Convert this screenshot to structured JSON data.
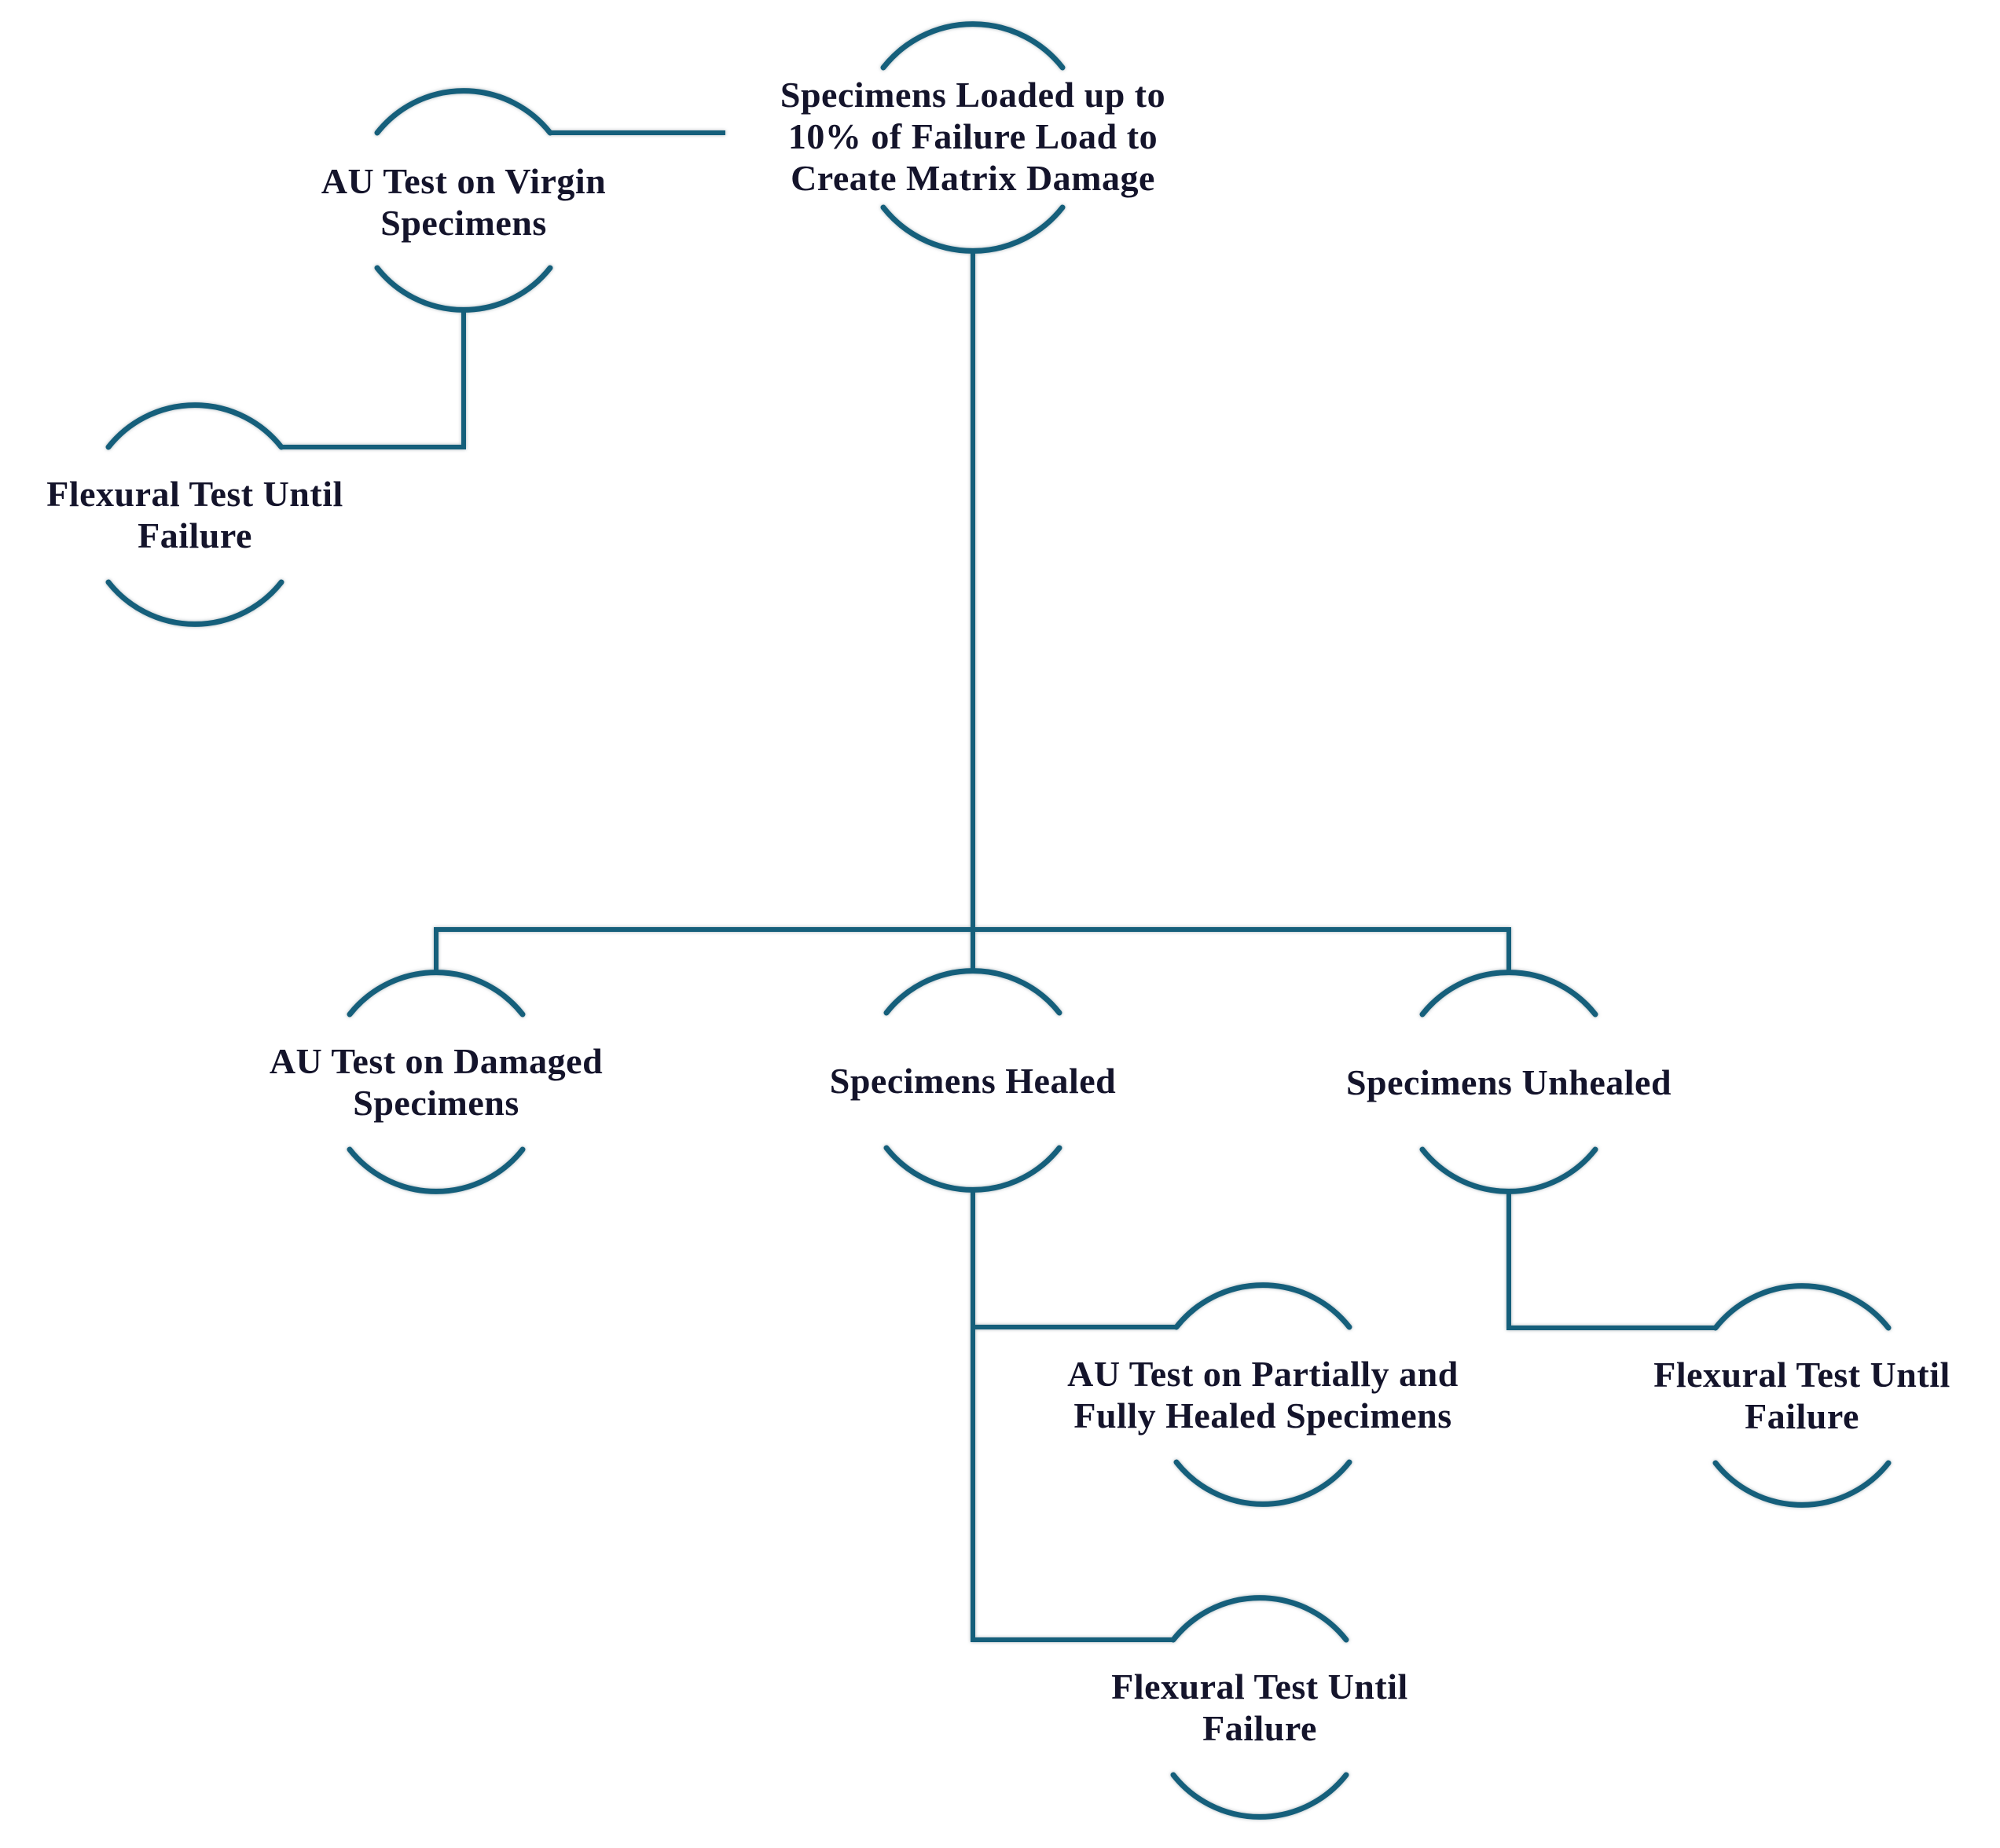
{
  "diagram": {
    "type": "flowchart",
    "accent_color": "#155f7b",
    "text_color": "#14142b",
    "nodes": [
      {
        "id": "specimens-loaded",
        "lines": [
          "Specimens Loaded up to",
          "10% of Failure Load to",
          "Create Matrix Damage"
        ]
      },
      {
        "id": "au-test-virgin",
        "lines": [
          "AU Test on Virgin",
          "Specimens"
        ]
      },
      {
        "id": "flexural-virgin",
        "lines": [
          "Flexural Test Until",
          "Failure"
        ]
      },
      {
        "id": "au-test-damaged",
        "lines": [
          "AU Test on Damaged",
          "Specimens"
        ]
      },
      {
        "id": "specimens-healed",
        "lines": [
          "Specimens Healed"
        ]
      },
      {
        "id": "specimens-unhealed",
        "lines": [
          "Specimens Unhealed"
        ]
      },
      {
        "id": "au-test-partially-fully-healed",
        "lines": [
          "AU Test on Partially and",
          "Fully Healed Specimens"
        ]
      },
      {
        "id": "flexural-unhealed",
        "lines": [
          "Flexural Test Until",
          "Failure"
        ]
      },
      {
        "id": "flexural-healed",
        "lines": [
          "Flexural Test Until",
          "Failure"
        ]
      }
    ]
  }
}
